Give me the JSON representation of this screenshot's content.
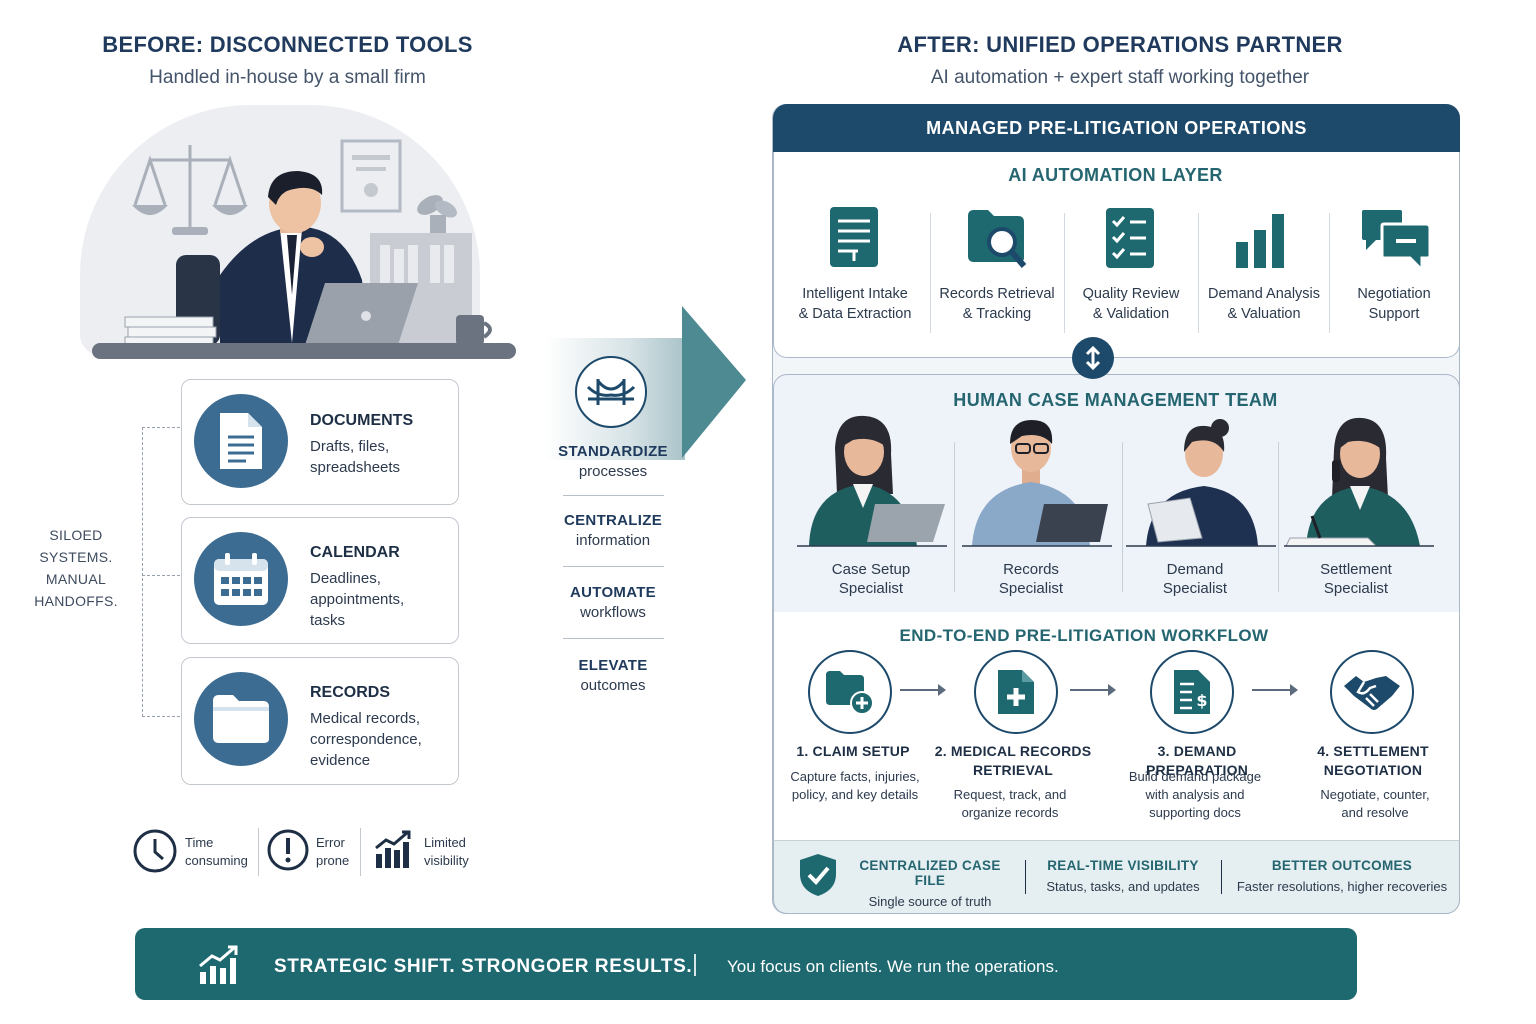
{
  "left": {
    "title": "BEFORE: DISCONNECTED TOOLS",
    "subtitle": "Handled in-house by a small firm",
    "siloed_label": [
      "SILOED",
      "SYSTEMS.",
      "MANUAL",
      "HANDOFFS."
    ],
    "tools": [
      {
        "title": "DOCUMENTS",
        "desc": [
          "Drafts, files,",
          "spreadsheets"
        ],
        "icon": "document-icon"
      },
      {
        "title": "CALENDAR",
        "desc": [
          "Deadlines,",
          "appointments,",
          "tasks"
        ],
        "icon": "calendar-icon"
      },
      {
        "title": "RECORDS",
        "desc": [
          "Medical records,",
          "correspondence,",
          "evidence"
        ],
        "icon": "folder-icon"
      }
    ],
    "pains": [
      {
        "line1": "Time",
        "line2": "consuming",
        "icon": "clock-icon"
      },
      {
        "line1": "Error",
        "line2": "prone",
        "icon": "alert-icon"
      },
      {
        "line1": "Limited",
        "line2": "visibility",
        "icon": "bar-chart-icon"
      }
    ]
  },
  "middle": {
    "icon": "bridge-icon",
    "steps": [
      {
        "title": "STANDARDIZE",
        "sub": "processes"
      },
      {
        "title": "CENTRALIZE",
        "sub": "information"
      },
      {
        "title": "AUTOMATE",
        "sub": "workflows"
      },
      {
        "title": "ELEVATE",
        "sub": "outcomes"
      }
    ]
  },
  "right": {
    "title": "AFTER: UNIFIED OPERATIONS PARTNER",
    "subtitle": "AI automation + expert staff working together",
    "panel_title": "MANAGED PRE-LITIGATION OPERATIONS",
    "ai_layer": {
      "title": "AI AUTOMATION LAYER",
      "items": [
        {
          "line1": "Intelligent Intake",
          "line2": "& Data Extraction",
          "icon": "intake-icon"
        },
        {
          "line1": "Records Retrieval",
          "line2": "& Tracking",
          "icon": "folder-search-icon"
        },
        {
          "line1": "Quality Review",
          "line2": "& Validation",
          "icon": "checklist-icon"
        },
        {
          "line1": "Demand Analysis",
          "line2": "& Valuation",
          "icon": "bar-chart-icon"
        },
        {
          "line1": "Negotiation",
          "line2": "Support",
          "icon": "chat-icon"
        }
      ]
    },
    "team": {
      "title": "HUMAN CASE MANAGEMENT TEAM",
      "members": [
        {
          "line1": "Case Setup",
          "line2": "Specialist"
        },
        {
          "line1": "Records",
          "line2": "Specialist"
        },
        {
          "line1": "Demand",
          "line2": "Specialist"
        },
        {
          "line1": "Settlement",
          "line2": "Specialist"
        }
      ]
    },
    "workflow": {
      "title": "END-TO-END PRE-LITIGATION WORKFLOW",
      "steps": [
        {
          "title": [
            "1. CLAIM SETUP"
          ],
          "desc": [
            "Capture facts, injuries,",
            "policy, and key details"
          ],
          "icon": "folder-add-icon"
        },
        {
          "title": [
            "2. MEDICAL RECORDS",
            "RETRIEVAL"
          ],
          "desc": [
            "Request, track, and",
            "organize records"
          ],
          "icon": "medical-doc-icon"
        },
        {
          "title": [
            "3. DEMAND PREPARATION"
          ],
          "desc": [
            "Build demand package",
            "with analysis and",
            "supporting docs"
          ],
          "icon": "invoice-icon"
        },
        {
          "title": [
            "4. SETTLEMENT",
            "NEGOTIATION"
          ],
          "desc": [
            "Negotiate, counter,",
            "and resolve"
          ],
          "icon": "handshake-icon"
        }
      ]
    },
    "benefits": [
      {
        "title": "CENTRALIZED CASE FILE",
        "sub": "Single source of truth"
      },
      {
        "title": "REAL-TIME VISIBILITY",
        "sub": "Status, tasks, and updates"
      },
      {
        "title": "BETTER OUTCOMES",
        "sub": "Faster resolutions, higher recoveries"
      }
    ]
  },
  "banner": {
    "title": "STRATEGIC SHIFT. STRONGOER RESULTS.",
    "sub": "You focus on clients. We run the operations."
  },
  "colors": {
    "navy": "#1d4a6b",
    "teal": "#1e6870",
    "tool_blue": "#3d6c93",
    "text": "#1e2f45"
  }
}
